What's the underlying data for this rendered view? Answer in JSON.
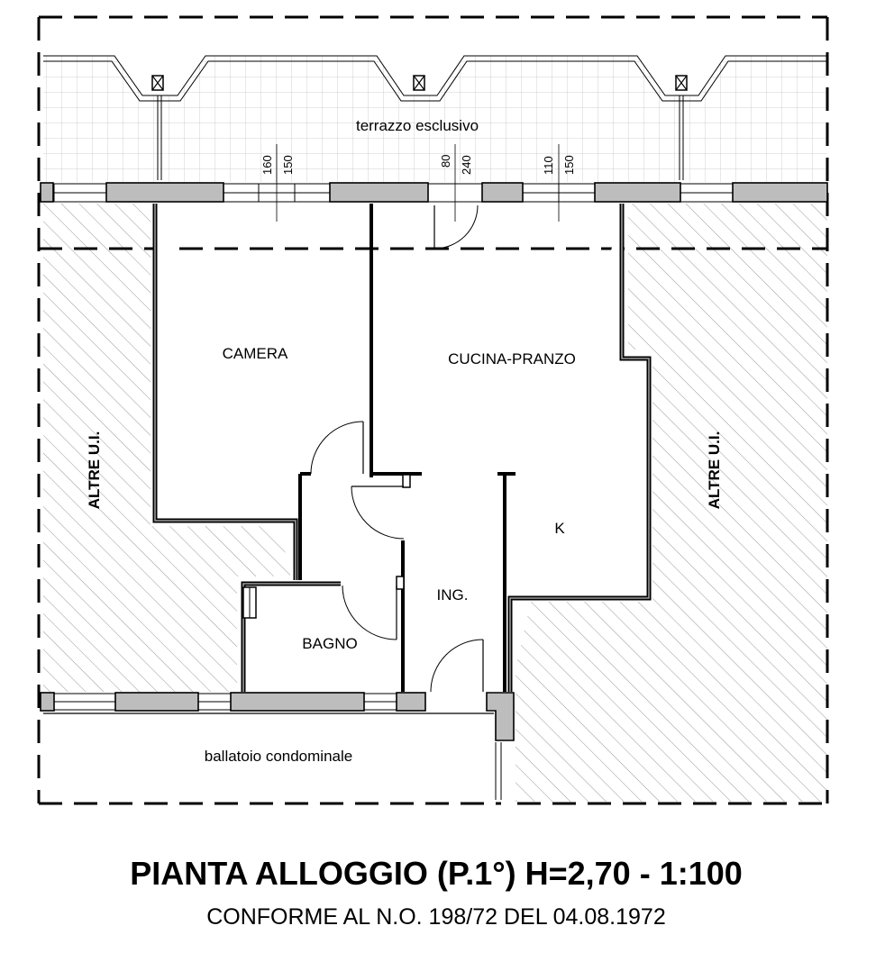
{
  "plan": {
    "terrace_label": "terrazzo esclusivo",
    "rooms": {
      "camera": "CAMERA",
      "cucina": "CUCINA-PRANZO",
      "k": "K",
      "ing": "ING.",
      "bagno": "BAGNO"
    },
    "other_units_left": "ALTRE U.I.",
    "other_units_right": "ALTRE U.I.",
    "gallery_label": "ballatoio condominale",
    "openings": [
      {
        "top": "160",
        "bottom": "150"
      },
      {
        "top": "80",
        "bottom": "240"
      },
      {
        "top": "110",
        "bottom": "150"
      }
    ]
  },
  "title": "PIANTA ALLOGGIO (P.1°) H=2,70 - 1:100",
  "subtitle": "CONFORME AL N.O. 198/72 DEL 04.08.1972"
}
